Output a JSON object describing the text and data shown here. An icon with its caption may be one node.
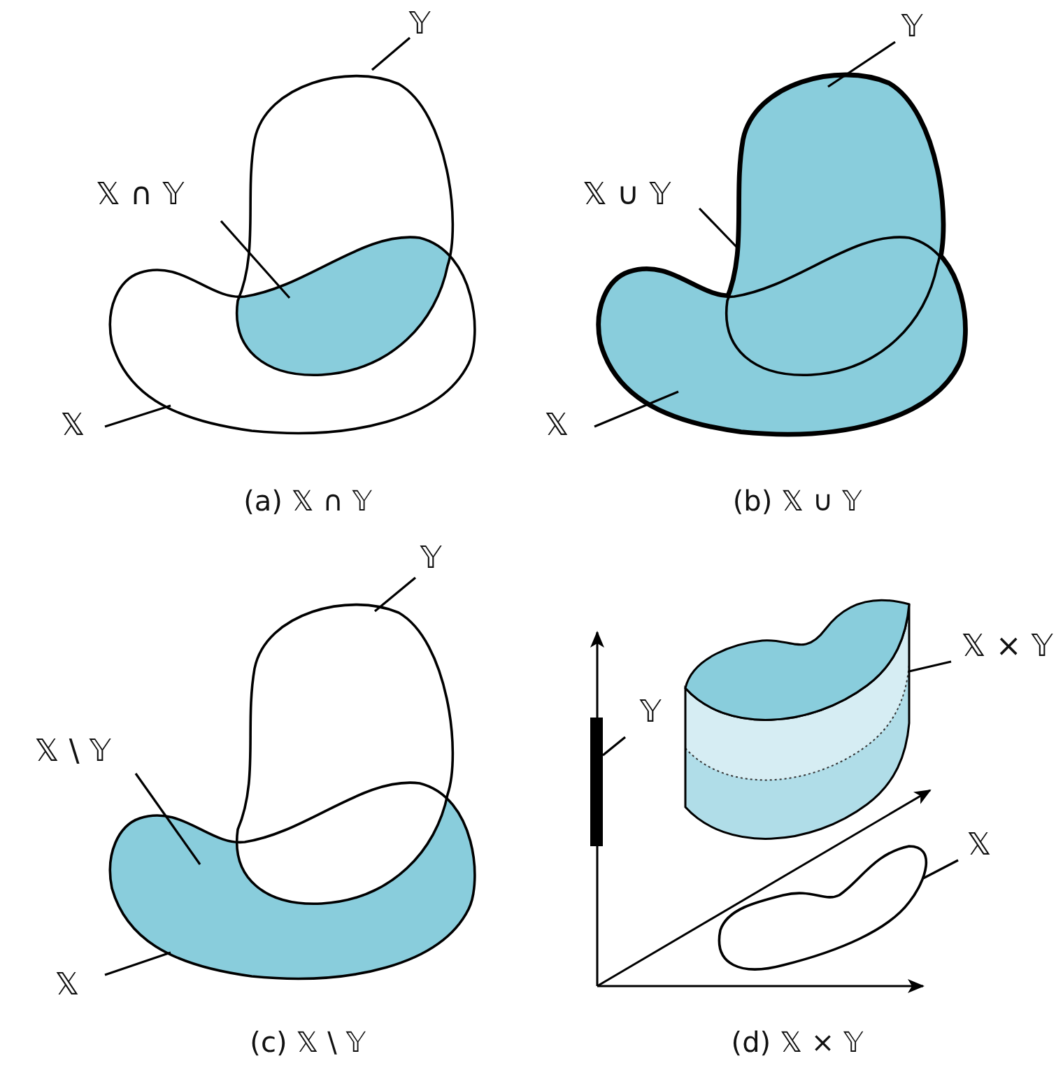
{
  "diagram": {
    "nodes": [
      {
        "text": [
          "𝕐"
        ]
      },
      {
        "text": [],
        "shape": "blob"
      },
      {
        "text": [
          "𝕏 ∩ 𝕐"
        ]
      },
      {
        "text": [],
        "shape": "blob"
      },
      {
        "text": [],
        "shape": "blob"
      },
      {
        "text": [
          "𝕏"
        ]
      },
      {
        "text": [
          "𝕐"
        ]
      },
      {
        "text": [],
        "shape": "blob"
      },
      {
        "text": [
          "𝕏 ∪ 𝕐"
        ]
      },
      {
        "text": [],
        "shape": "blob"
      },
      {
        "text": [
          "𝕏"
        ]
      },
      {
        "text": [],
        "shape": "blob"
      },
      {
        "text": [
          "𝕐"
        ]
      },
      {
        "text": [],
        "shape": "blob"
      },
      {
        "text": [
          "𝕏 \\ 𝕐"
        ]
      },
      {
        "text": [],
        "shape": "blob"
      },
      {
        "text": [
          "𝕏"
        ]
      },
      {
        "text": [],
        "shape": "blob"
      },
      {
        "text": [],
        "shape": "bar"
      },
      {
        "text": [
          "𝕐"
        ]
      },
      {
        "text": [],
        "shape": "cylinder"
      },
      {
        "text": [
          "𝕏 × 𝕐"
        ]
      },
      {
        "text": [],
        "shape": "blob"
      },
      {
        "text": [
          "𝕏"
        ]
      }
    ],
    "edges": [
      {
        "from": 0,
        "to": 1,
        "arrow": "none"
      },
      {
        "from": 2,
        "to": 3,
        "arrow": "none"
      },
      {
        "from": 5,
        "to": 4,
        "arrow": "none"
      },
      {
        "from": 6,
        "to": 7,
        "arrow": "none"
      },
      {
        "from": 8,
        "to": 9,
        "arrow": "none"
      },
      {
        "from": 10,
        "to": 11,
        "arrow": "none"
      },
      {
        "from": 12,
        "to": 13,
        "arrow": "none"
      },
      {
        "from": 14,
        "to": 15,
        "arrow": "none"
      },
      {
        "from": 16,
        "to": 17,
        "arrow": "none"
      },
      {
        "from": 19,
        "to": 18,
        "arrow": "none"
      },
      {
        "from": 21,
        "to": 20,
        "arrow": "none"
      },
      {
        "from": 23,
        "to": 22,
        "arrow": "none"
      }
    ],
    "labels": [
      "(a) 𝕏 ∩ 𝕐",
      "(b) 𝕏 ∪ 𝕐",
      "(c) 𝕏 \\ 𝕐",
      "(d) 𝕏 × 𝕐"
    ]
  }
}
